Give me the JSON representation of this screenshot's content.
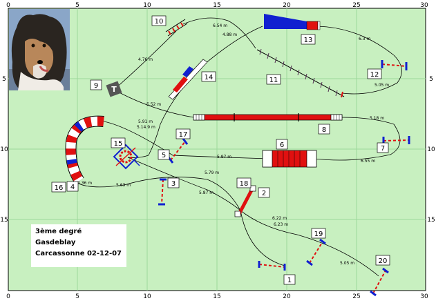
{
  "colors": {
    "field": "#c8f0c0",
    "grid": "#9cd89a",
    "path": "#000000",
    "red": "#e01010",
    "blue": "#1020d0",
    "white": "#ffffff"
  },
  "axis": {
    "x_ticks": [
      "0",
      "5",
      "10",
      "15",
      "20",
      "25",
      "30"
    ],
    "y_ticks": [
      "5",
      "10",
      "15"
    ]
  },
  "info": {
    "line1": "3ème degré",
    "line2": "Gasdeblay",
    "line3": "Carcassonne 02-12-07"
  },
  "obstacles": [
    {
      "number": "1",
      "type": "hurdle"
    },
    {
      "number": "2",
      "type": "hurdle"
    },
    {
      "number": "3",
      "type": "hurdle"
    },
    {
      "number": "4",
      "type": "tunnel"
    },
    {
      "number": "5",
      "type": "hurdle"
    },
    {
      "number": "6",
      "type": "tunnel"
    },
    {
      "number": "7",
      "type": "hurdle"
    },
    {
      "number": "8",
      "type": "dogwalk"
    },
    {
      "number": "9",
      "type": "table"
    },
    {
      "number": "10",
      "type": "slalom"
    },
    {
      "number": "11",
      "type": "slalom"
    },
    {
      "number": "12",
      "type": "hurdle"
    },
    {
      "number": "13",
      "type": "tunnel"
    },
    {
      "number": "14",
      "type": "jump"
    },
    {
      "number": "15",
      "type": "tire"
    },
    {
      "number": "16",
      "type": "tunnel"
    },
    {
      "number": "17",
      "type": "hurdle"
    },
    {
      "number": "18",
      "type": "jump"
    },
    {
      "number": "19",
      "type": "hurdle"
    },
    {
      "number": "20",
      "type": "hurdle"
    }
  ],
  "distances": [
    "4.76 m",
    "6.54 m",
    "4.88 m",
    "6.3 m",
    "5.05 m",
    "5.18 m",
    "6.55 m",
    "5.97 m",
    "5.52 m",
    "5.91 m",
    "5.14.9 m",
    "5.79 m",
    "4.36 m",
    "5.63 m",
    "5.87 m",
    "6.22 m",
    "6.23 m",
    "5.05 m"
  ]
}
